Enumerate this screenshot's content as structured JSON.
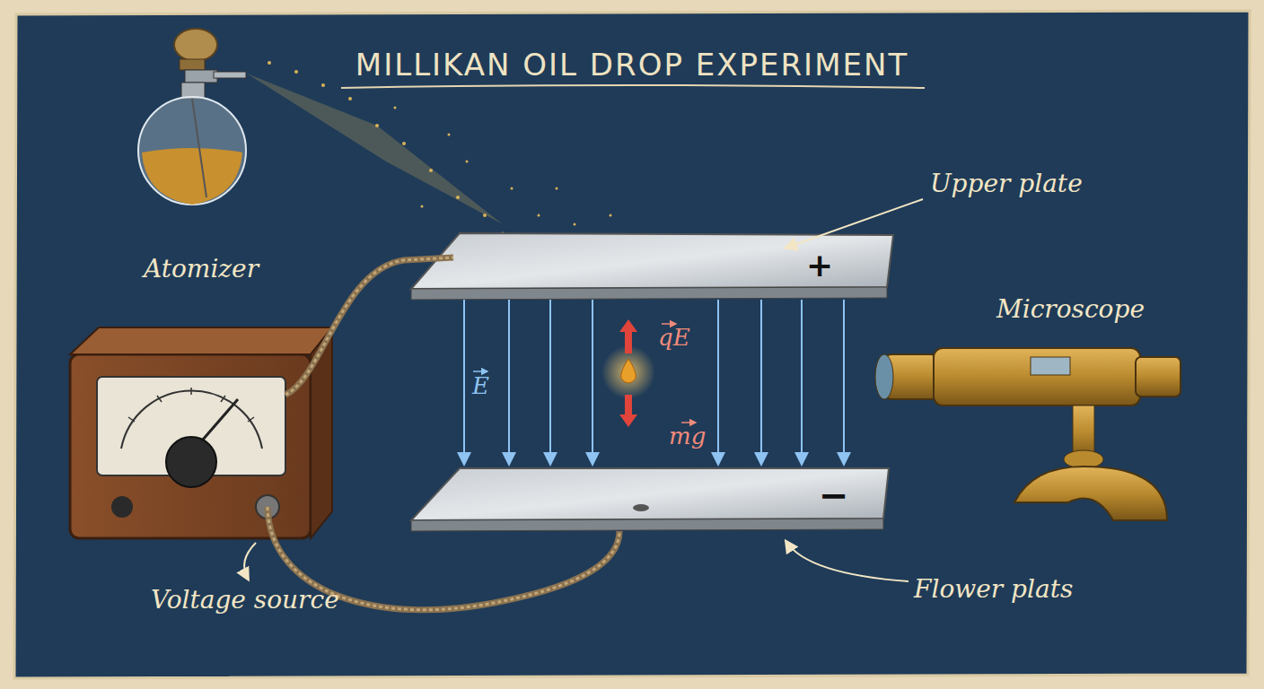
{
  "diagram": {
    "title": "MILLIKAN OIL DROP EXPERIMENT",
    "labels": [
      "Atomizer",
      "Upper plate",
      "Microscope",
      "E",
      "qE",
      "mg",
      "+",
      "−",
      "Voltage source",
      "Flower plats"
    ]
  }
}
